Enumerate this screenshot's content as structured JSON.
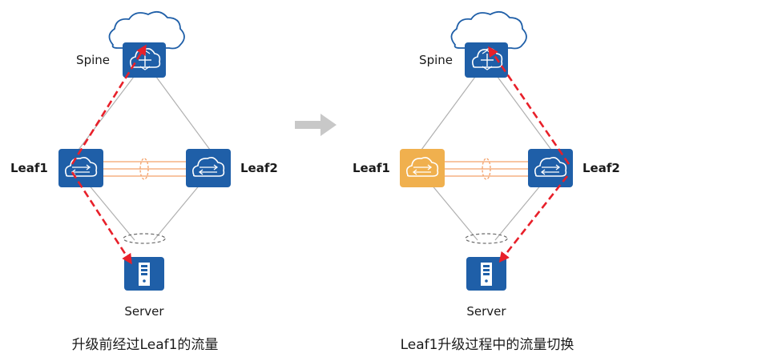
{
  "colors": {
    "device_blue": "#1f5fa8",
    "device_upgrading": "#f0b04e",
    "traffic_red": "#e8202a",
    "link_grey": "#b0b0b0",
    "peer_link_orange": "#f3a26b",
    "arrow_grey": "#c8c8c8"
  },
  "left": {
    "spine": "Spine",
    "leaf1": "Leaf1",
    "leaf2": "Leaf2",
    "server": "Server",
    "caption": "升级前经过Leaf1的流量"
  },
  "right": {
    "spine": "Spine",
    "leaf1": "Leaf1",
    "leaf2": "Leaf2",
    "server": "Server",
    "caption": "Leaf1升级过程中的流量切换"
  },
  "icons": {
    "cloud": "cloud-outline-icon",
    "spine": "spine-router-icon",
    "leaf": "leaf-switch-icon",
    "server": "server-icon",
    "transition": "right-arrow-icon"
  }
}
